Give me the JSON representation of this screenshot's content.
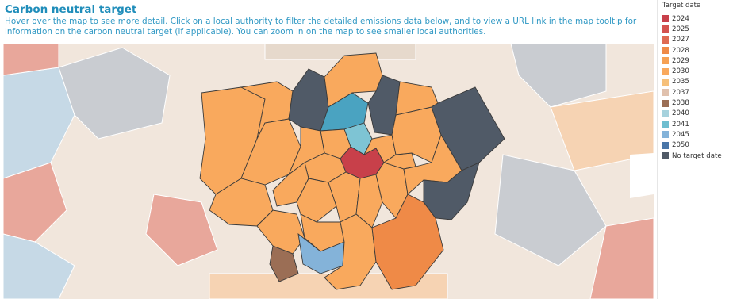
{
  "header": {
    "title": "Carbon neutral target",
    "subtitle": "Hover over the map to see more detail. Click on a local authority to filter the detailed emissions data below, and to view a URL link in the map tooltip for information on the carbon neutral target (if applicable). You can zoom in on the map to see smaller local authorities."
  },
  "legend": {
    "title": "Target date",
    "items": [
      {
        "label": "2024",
        "color": "#c8404a"
      },
      {
        "label": "2025",
        "color": "#d4524e"
      },
      {
        "label": "2027",
        "color": "#df6a52"
      },
      {
        "label": "2028",
        "color": "#ef8a47"
      },
      {
        "label": "2029",
        "color": "#f6a154"
      },
      {
        "label": "2030",
        "color": "#f9a95d"
      },
      {
        "label": "2035",
        "color": "#f6c07a"
      },
      {
        "label": "2037",
        "color": "#e0c1ad"
      },
      {
        "label": "2038",
        "color": "#9b6e55"
      },
      {
        "label": "2040",
        "color": "#a6d2dd"
      },
      {
        "label": "2041",
        "color": "#6ebed0"
      },
      {
        "label": "2045",
        "color": "#84b3d9"
      },
      {
        "label": "2050",
        "color": "#4a76a8"
      },
      {
        "label": "No target date",
        "color": "#505a67"
      }
    ]
  },
  "map": {
    "background_colors": {
      "land": "#f1e6dc",
      "faded_orange": "#f6d3b3",
      "faded_red": "#e8a79b",
      "faded_grey": "#c9ccd1",
      "faded_blue": "#c6d9e6"
    }
  }
}
